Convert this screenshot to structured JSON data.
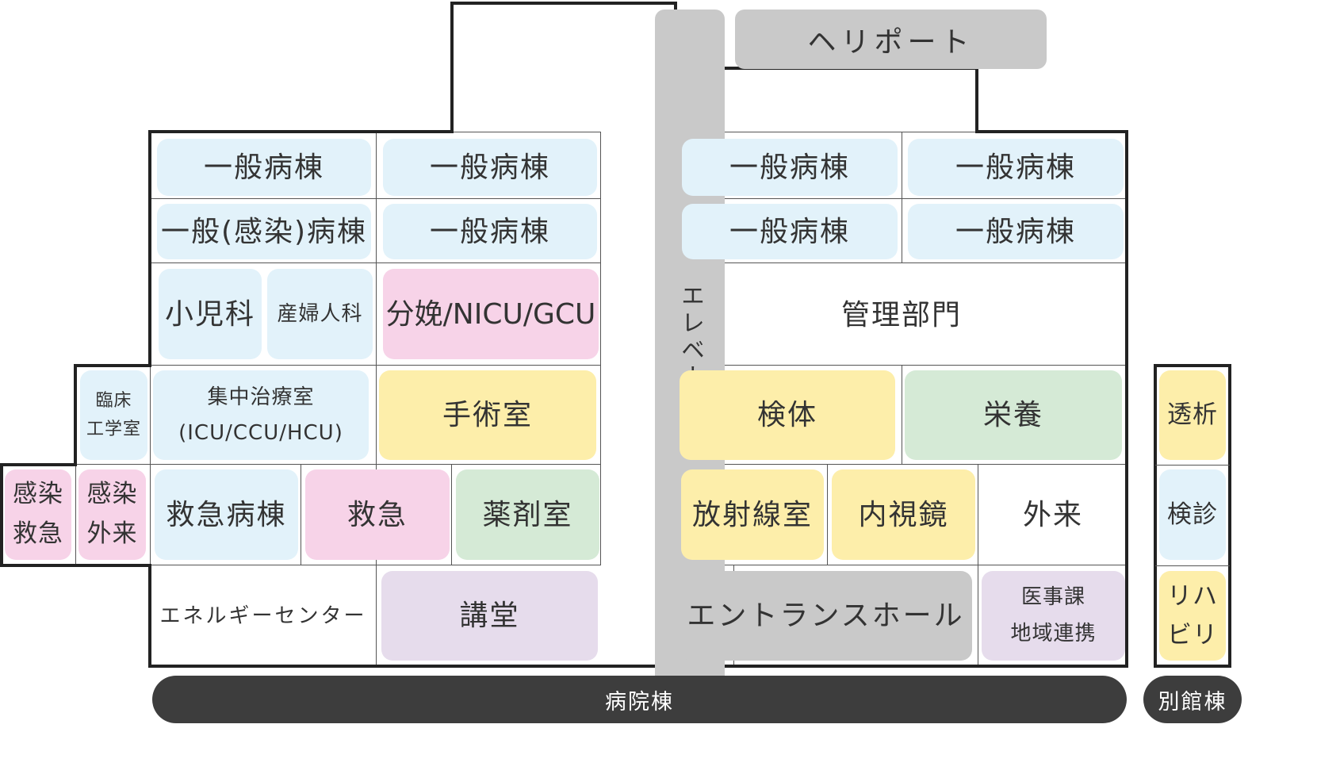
{
  "helipad": "ヘリポート",
  "elevator": "エレベーター",
  "floors": {
    "f1": {
      "left_a": "一般病棟",
      "left_b": "一般病棟",
      "right_a": "一般病棟",
      "right_b": "一般病棟"
    },
    "f2": {
      "left_a": "一般(感染)病棟",
      "left_b": "一般病棟",
      "right_a": "一般病棟",
      "right_b": "一般病棟"
    },
    "f3": {
      "pediatrics": "小児科",
      "obgyn": "産婦人科",
      "delivery": "分娩/NICU/GCU",
      "admin": "管理部門"
    },
    "f4": {
      "clinical_eng": [
        "臨床",
        "工学室"
      ],
      "icu": [
        "集中治療室",
        "(ICU/CCU/HCU)"
      ],
      "surgery": "手術室",
      "lab": "検体",
      "nutrition": "栄養",
      "dialysis": "透析"
    },
    "f5": {
      "infection_er": [
        "感染",
        "救急"
      ],
      "infection_op": [
        "感染",
        "外来"
      ],
      "er_ward": "救急病棟",
      "er": "救急",
      "pharmacy": "薬剤室",
      "radiology": "放射線室",
      "endoscopy": "内視鏡",
      "outpatient": "外来",
      "checkup": "検診"
    },
    "f6": {
      "energy": "エネルギーセンター",
      "auditorium": "講堂",
      "entrance": "エントランスホール",
      "medical_affairs": [
        "医事課",
        "地域連携"
      ],
      "rehab": [
        "リハ",
        "ビリ"
      ]
    }
  },
  "labels": {
    "main_building": "病院棟",
    "annex": "別館棟"
  },
  "colors": {
    "ward_blue": "#e2f2fa",
    "pink": "#f7d3e8",
    "yellow": "#fdeeaa",
    "green": "#d5ead6",
    "purple": "#e6dcec",
    "gray": "#c9c9c9",
    "bar": "#3d3d3d"
  }
}
